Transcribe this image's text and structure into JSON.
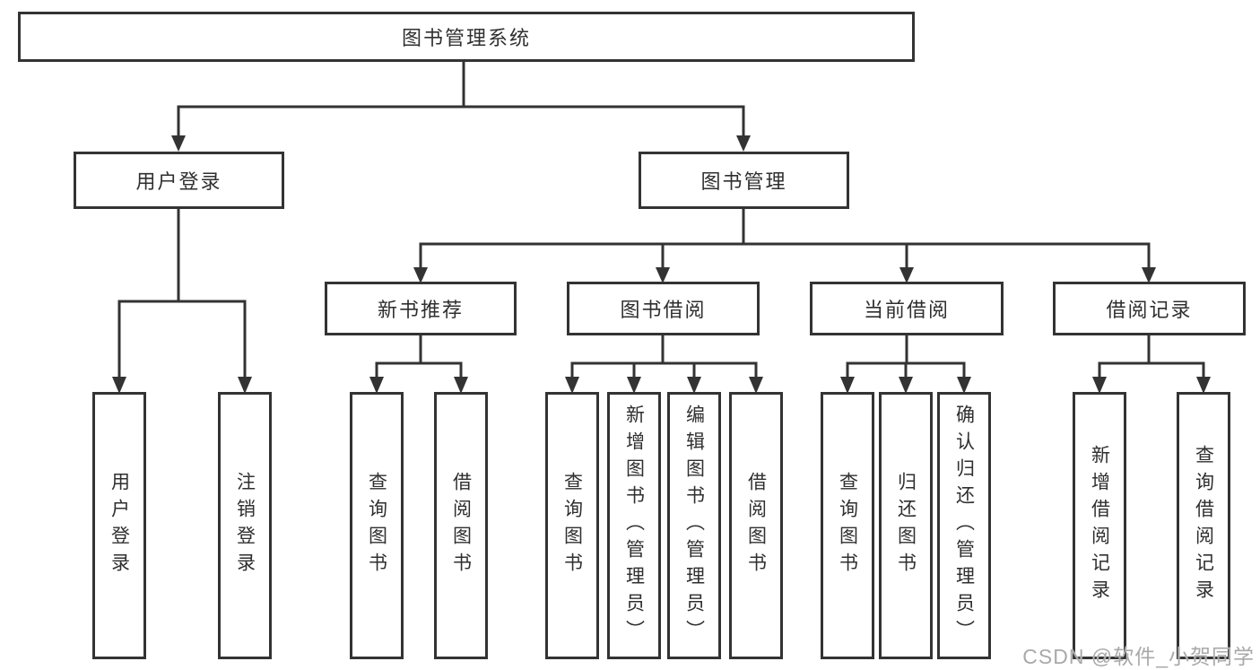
{
  "diagram": {
    "root": {
      "label": "图书管理系统"
    },
    "branches": [
      {
        "label": "用户登录",
        "children": [
          {
            "label": "用户登录"
          },
          {
            "label": "注销登录"
          }
        ]
      },
      {
        "label": "图书管理",
        "children": [
          {
            "label": "新书推荐",
            "children": [
              {
                "label": "查询图书"
              },
              {
                "label": "借阅图书"
              }
            ]
          },
          {
            "label": "图书借阅",
            "children": [
              {
                "label": "查询图书"
              },
              {
                "label": "新增图书（管理员）"
              },
              {
                "label": "编辑图书（管理员）"
              },
              {
                "label": "借阅图书"
              }
            ]
          },
          {
            "label": "当前借阅",
            "children": [
              {
                "label": "查询图书"
              },
              {
                "label": "归还图书"
              },
              {
                "label": "确认归还（管理员）"
              }
            ]
          },
          {
            "label": "借阅记录",
            "children": [
              {
                "label": "新增借阅记录"
              },
              {
                "label": "查询借阅记录"
              }
            ]
          }
        ]
      }
    ]
  },
  "watermark": {
    "text": "CSDN @软件_小贺同学"
  },
  "colors": {
    "line": "#333333",
    "text": "#2f2f2f",
    "box_background": "#ffffff",
    "page_background": "#ffffff",
    "watermark": "#a9a9a9"
  }
}
